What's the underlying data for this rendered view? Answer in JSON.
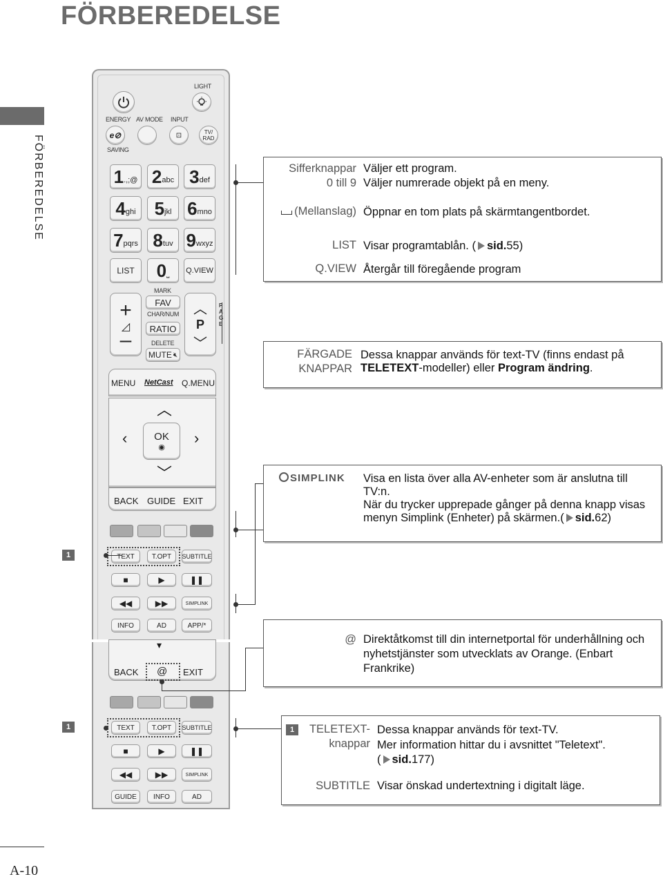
{
  "page": {
    "title": "FÖRBEREDELSE",
    "side_label": "FÖRBEREDELSE",
    "page_number": "A-10"
  },
  "remote": {
    "light": "LIGHT",
    "energy": "ENERGY",
    "saving": "SAVING",
    "av_mode": "AV MODE",
    "input": "INPUT",
    "tv_rad": "TV/\nRAD",
    "keys": [
      {
        "d": "1",
        "l": ".,;@"
      },
      {
        "d": "2",
        "l": "abc"
      },
      {
        "d": "3",
        "l": "def"
      },
      {
        "d": "4",
        "l": "ghi"
      },
      {
        "d": "5",
        "l": "jkl"
      },
      {
        "d": "6",
        "l": "mno"
      },
      {
        "d": "7",
        "l": "pqrs"
      },
      {
        "d": "8",
        "l": "tuv"
      },
      {
        "d": "9",
        "l": "wxyz"
      }
    ],
    "list": "LIST",
    "zero": "0",
    "qview": "Q.VIEW",
    "mark": "MARK",
    "fav": "FAV",
    "charnum": "CHAR/NUM",
    "ratio": "RATIO",
    "delete": "DELETE",
    "mute": "MUTE",
    "p": "P",
    "page": "P\nA\nG\nE",
    "menu": "MENU",
    "netcast": "NetCast",
    "qmenu": "Q.MENU",
    "ok": "OK",
    "back": "BACK",
    "guide": "GUIDE",
    "exit": "EXIT",
    "text": "TEXT",
    "topt": "T.OPT",
    "subtitle": "SUBTITLE",
    "simplink": "SIMPLINK",
    "info": "INFO",
    "ad": "AD",
    "app": "APP/*",
    "at": "@",
    "marker": "1",
    "colors": [
      "#a8a8a8",
      "#c4c4c4",
      "#e6e6e6",
      "#8a8a8a"
    ]
  },
  "callout1": {
    "rows": [
      {
        "label": "Sifferknappar\n0 till 9",
        "desc": "Väljer ett program.\nVäljer numrerade objekt på en meny."
      },
      {
        "label": "(Mellanslag)",
        "desc": "Öppnar en tom plats på skärmtangentbordet."
      },
      {
        "label": "LIST",
        "desc_pre": "Visar programtablån. (",
        "desc_ref": "sid.",
        "desc_post": "55)"
      },
      {
        "label": "Q.VIEW",
        "desc": "Återgår till föregående program"
      }
    ]
  },
  "callout2": {
    "label": "FÄRGADE\nKNAPPAR",
    "desc_a": "Dessa knappar används för text-TV (finns endast på ",
    "desc_b": "TELETEXT",
    "desc_c": "-modeller) eller ",
    "desc_d": "Program ändring",
    "desc_e": "."
  },
  "callout3": {
    "logo": "SIMPLINK",
    "desc_a": "Visa en lista över alla AV-enheter som är anslutna till TV:n.\nNär du trycker upprepade gånger på denna knapp visas menyn Simplink (Enheter) på skärmen.(",
    "desc_ref": "sid.",
    "desc_post": "62)"
  },
  "callout4": {
    "label": "@",
    "desc": "Direktåtkomst till din internetportal för underhållning och nyhetstjänster som utvecklats av Orange. (Enbart Frankrike)"
  },
  "callout5": {
    "marker": "1",
    "label": "TELETEXT-\nknappar",
    "desc_a": "Dessa knappar används för text-TV.\nMer information hittar du i avsnittet \"Teletext\".\n(",
    "desc_ref": "sid.",
    "desc_post": "177)",
    "label2": "SUBTITLE",
    "desc2": "Visar önskad undertextning i digitalt läge."
  }
}
